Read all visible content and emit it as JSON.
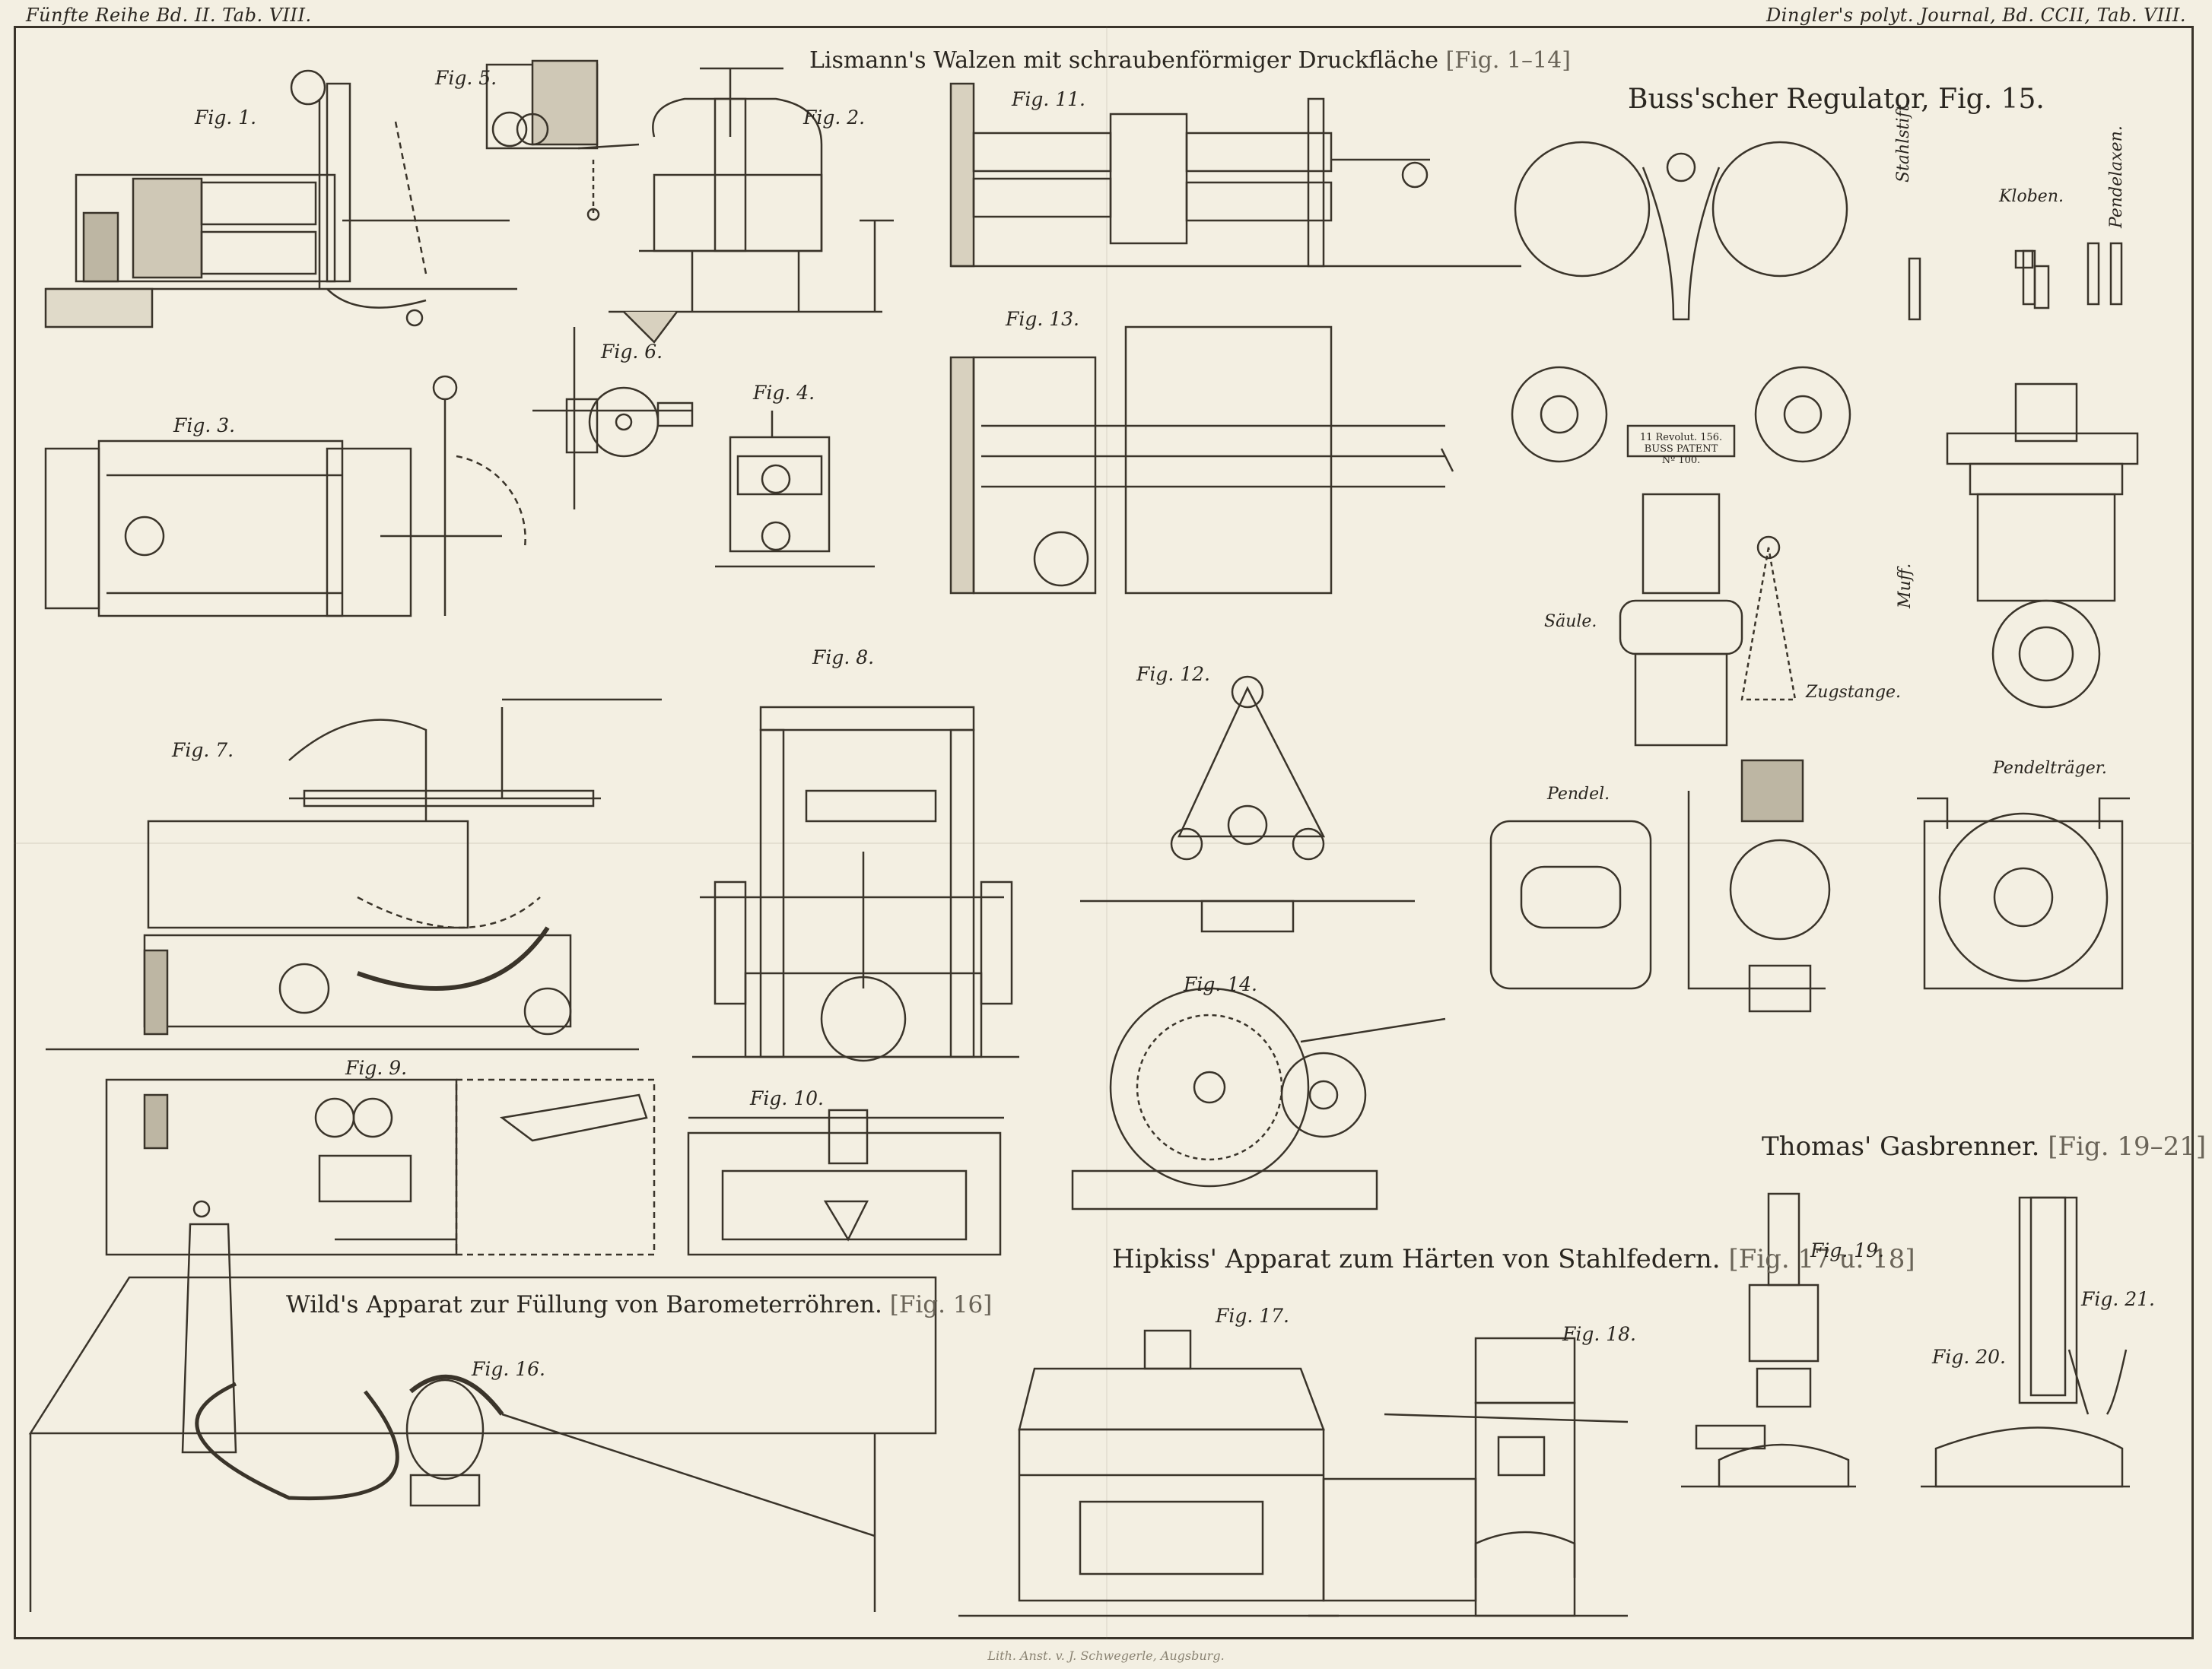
{
  "header": {
    "left": "Fünfte Reihe Bd. II. Tab. VIII.",
    "right": "Dingler's polyt. Journal, Bd. CCII, Tab. VIII."
  },
  "titles": {
    "lismann": "Lismann's Walzen mit schraubenförmiger Druckfläche",
    "lismann_ref": "[Fig. 1–14]",
    "buss": "Buss'scher Regulator, Fig. 15.",
    "thomas": "Thomas' Gasbrenner.",
    "thomas_ref": "[Fig. 19–21]",
    "hipkiss": "Hipkiss' Apparat zum Härten von Stahlfedern.",
    "hipkiss_ref": "[Fig. 17 u. 18]",
    "wild": "Wild's Apparat zur Füllung von Barometerröhren.",
    "wild_ref": "[Fig. 16]"
  },
  "figures": {
    "f1": "Fig. 1.",
    "f2": "Fig. 2.",
    "f3": "Fig. 3.",
    "f4": "Fig. 4.",
    "f5": "Fig. 5.",
    "f6": "Fig. 6.",
    "f7": "Fig. 7.",
    "f8": "Fig. 8.",
    "f9": "Fig. 9.",
    "f10": "Fig. 10.",
    "f11": "Fig. 11.",
    "f12": "Fig. 12.",
    "f13": "Fig. 13.",
    "f14": "Fig. 14.",
    "f16": "Fig. 16.",
    "f17": "Fig. 17.",
    "f18": "Fig. 18.",
    "f19": "Fig. 19.",
    "f20": "Fig. 20.",
    "f21": "Fig. 21."
  },
  "regulator_labels": {
    "stahlstift": "Stahlstift.",
    "kloben": "Kloben.",
    "pendelaxen": "Pendelaxen.",
    "muff": "Muff.",
    "pendeltraeger": "Pendelträger.",
    "pendel": "Pendel.",
    "saeule": "Säule.",
    "zugstange": "Zugstange.",
    "plate_line1": "11 Revolut. 156.",
    "plate_line2": "BUSS PATENT",
    "plate_line3": "Nº 100."
  },
  "imprint": "Lith. Anst. v. J. Schwegerle, Augsburg."
}
